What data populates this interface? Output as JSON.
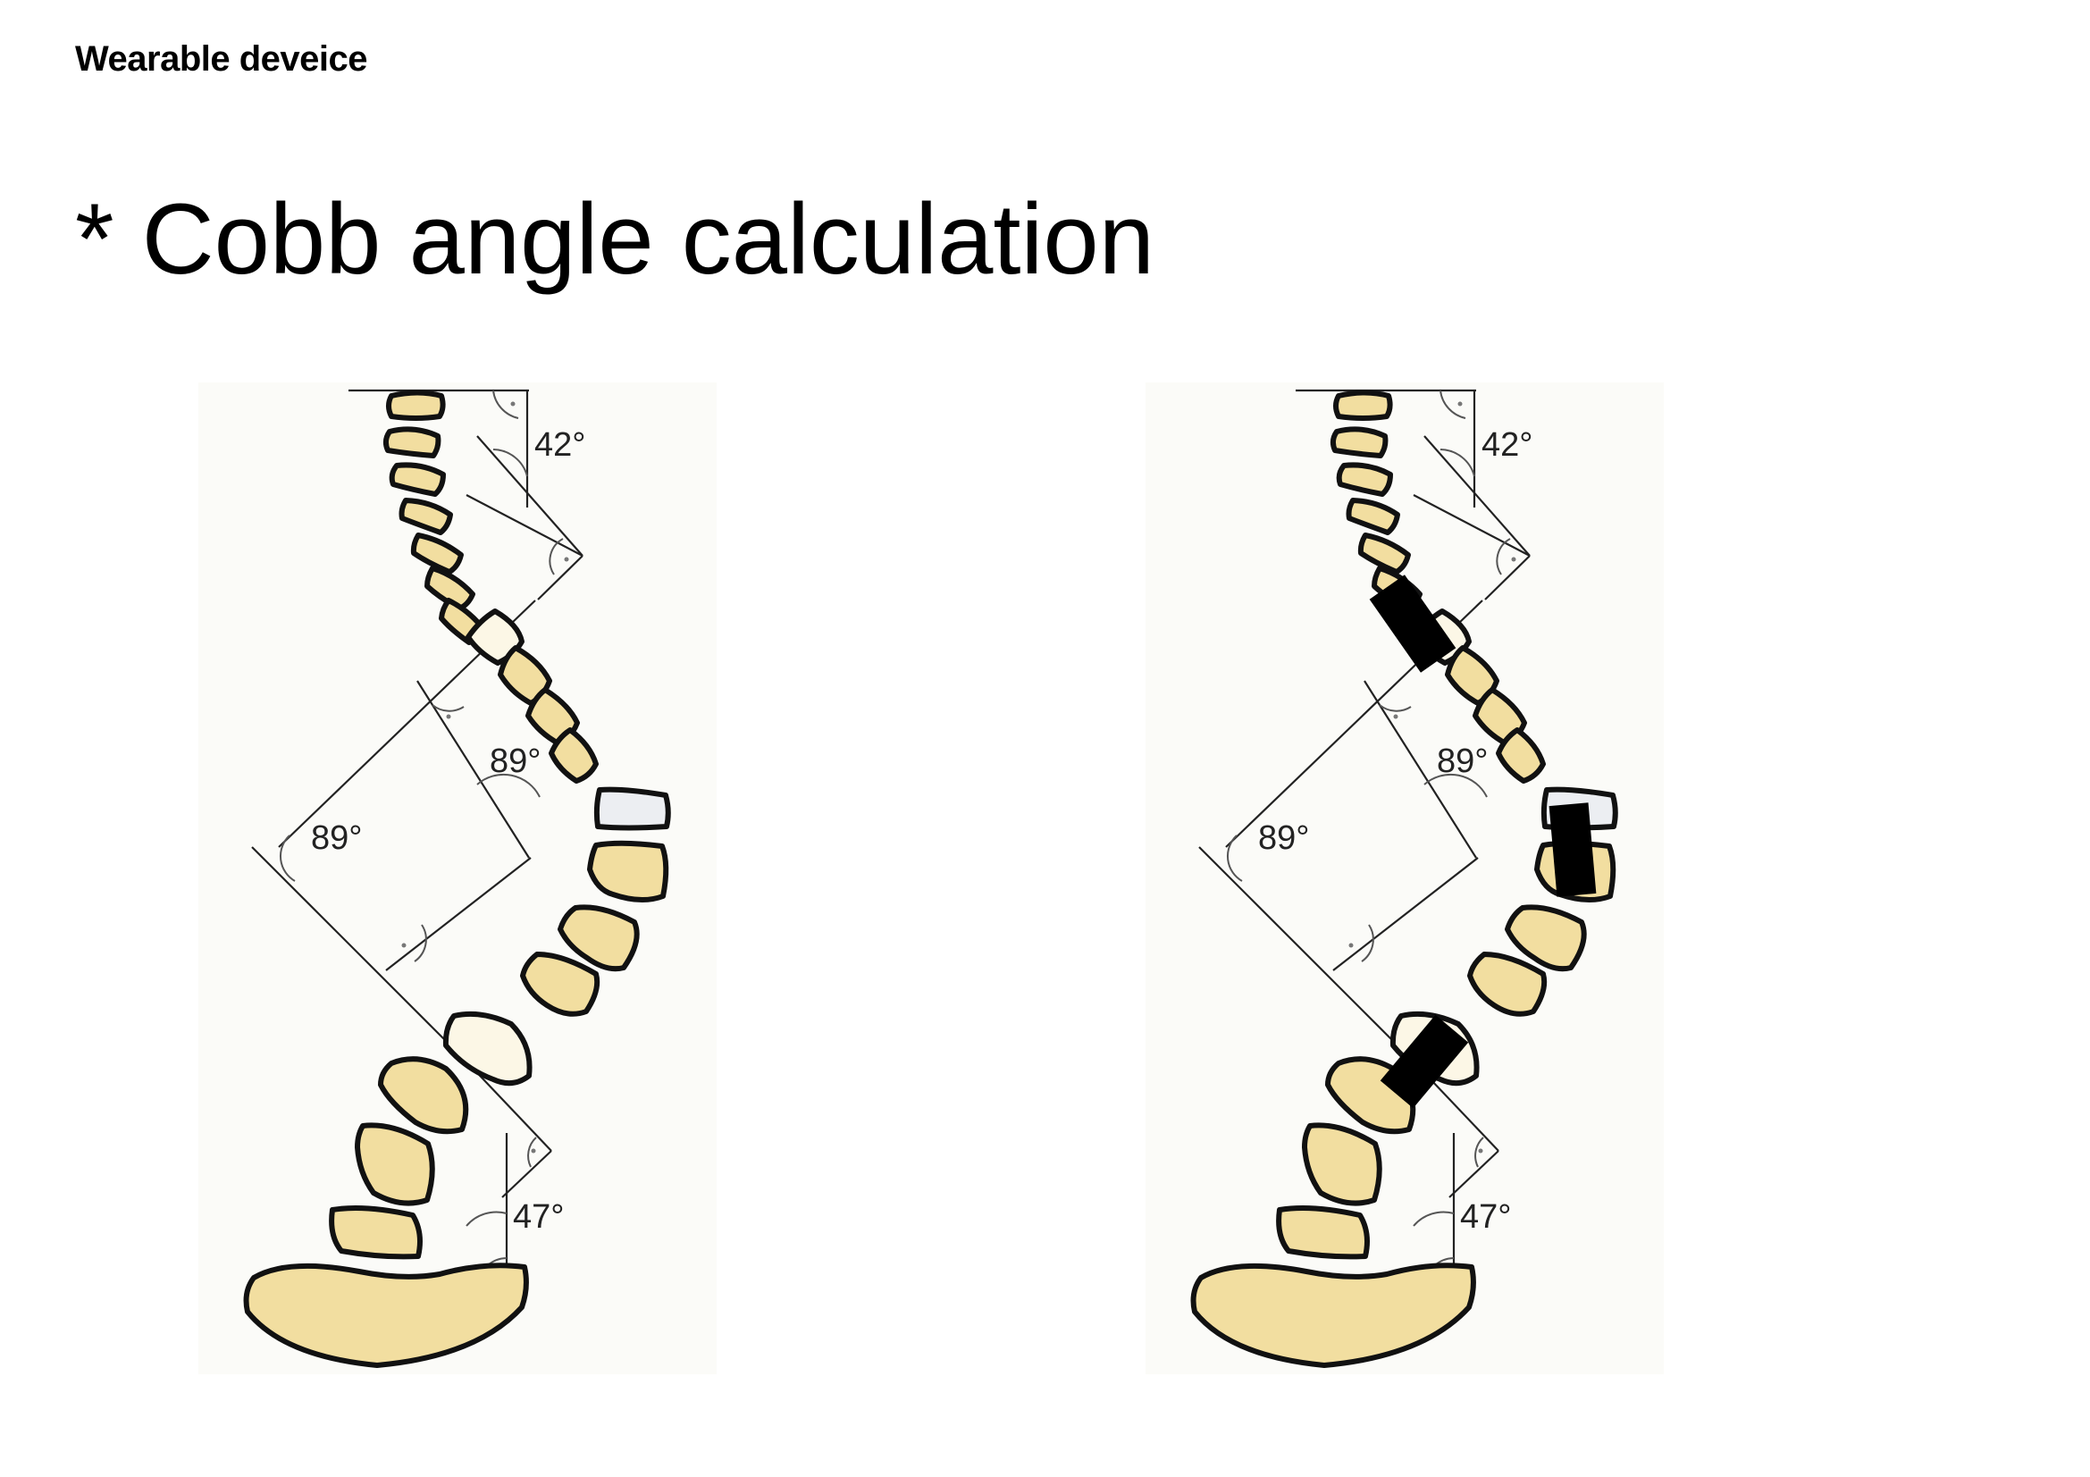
{
  "header": {
    "section": "Wearable deveice"
  },
  "title": "* Cobb angle calculation",
  "figures": [
    {
      "id": "spine-without-device",
      "angles": {
        "upper": "42°",
        "middle_right": "89°",
        "middle_left": "89°",
        "lower": "47°"
      },
      "sensors": 0
    },
    {
      "id": "spine-with-device",
      "angles": {
        "upper": "42°",
        "middle_right": "89°",
        "middle_left": "89°",
        "lower": "47°"
      },
      "sensors": 3
    }
  ],
  "colors": {
    "vertebra": "#f2dea0",
    "sensor": "#000000",
    "highlight": "#eceef2"
  }
}
